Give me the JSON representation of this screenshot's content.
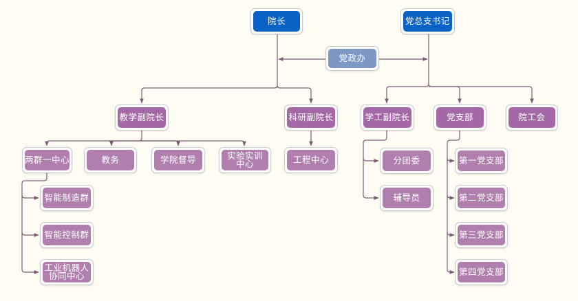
{
  "colors": {
    "background": "#fffdf3",
    "lead": "#0a62c4",
    "office": "#7e98c6",
    "deputy": "#a568a6",
    "unit": "#b07fae",
    "connector": "#7d5b75"
  },
  "nodes": {
    "dean": "院长",
    "party_secretary": "党总支书记",
    "party_admin_office": "党政办",
    "vp_teaching": "教学副院长",
    "vp_research": "科研副院长",
    "vp_student": "学工副院长",
    "party_branch": "党支部",
    "trade_union": "院工会",
    "two_groups_one_center": "两群一中心",
    "academic_affairs": "教务",
    "supervision": "学院督导",
    "training_center": "实验实训\n中心",
    "engineering_center": "工程中心",
    "youth_league": "分团委",
    "counselor": "辅导员",
    "smart_manufacturing": "智能制造群",
    "smart_control": "智能控制群",
    "robot_center": "工业机器人\n协同中心",
    "branch_1": "第一党支部",
    "branch_2": "第二党支部",
    "branch_3": "第三党支部",
    "branch_4": "第四党支部"
  }
}
